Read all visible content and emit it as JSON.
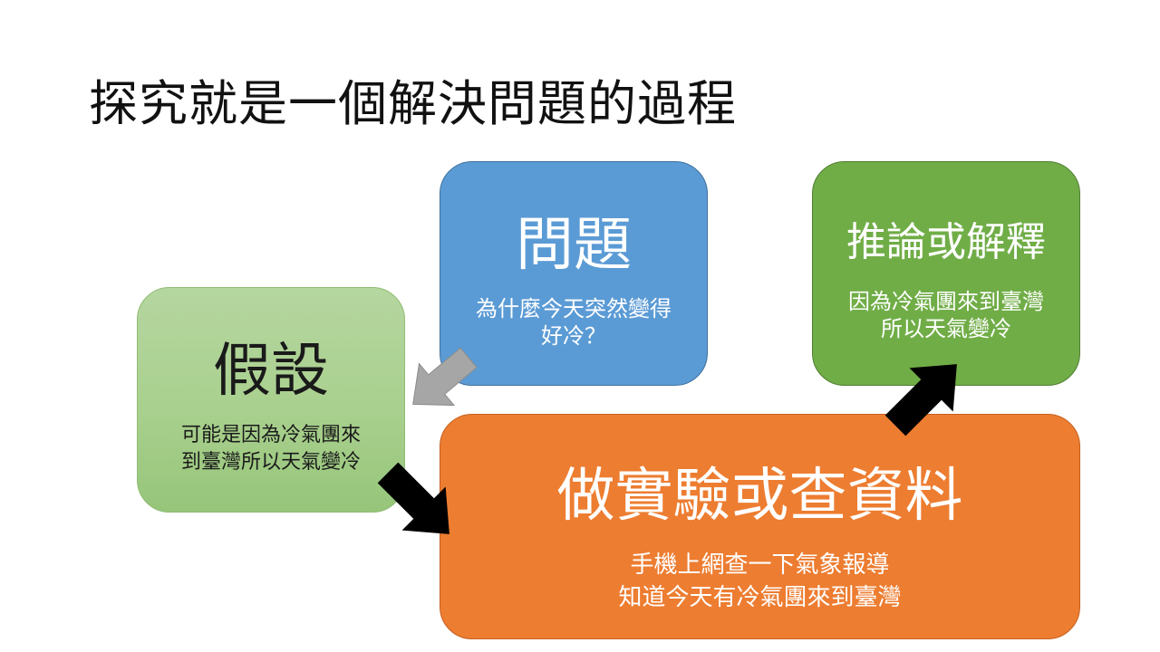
{
  "title": "探究就是一個解決問題的過程",
  "boxes": {
    "question": {
      "title": "問題",
      "lines": [
        "為什麼今天突然變得",
        "好冷？"
      ],
      "color": "#5b9bd5"
    },
    "hypothesis": {
      "title": "假設",
      "lines": [
        "可能是因為冷氣團來",
        "到臺灣所以天氣變冷"
      ],
      "color": "#a9d08e"
    },
    "experiment": {
      "title": "做實驗或查資料",
      "lines": [
        "手機上網查一下氣象報導",
        "知道今天有冷氣團來到臺灣"
      ],
      "color": "#ed7d31"
    },
    "inference": {
      "title": "推論或解釋",
      "lines": [
        "因為冷氣團來到臺灣",
        "所以天氣變冷"
      ],
      "color": "#70ad47"
    }
  },
  "arrows": {
    "question_to_hypothesis": {
      "color": "#a6a6a6"
    },
    "hypothesis_to_experiment": {
      "color": "#000000"
    },
    "experiment_to_inference": {
      "color": "#000000"
    }
  }
}
